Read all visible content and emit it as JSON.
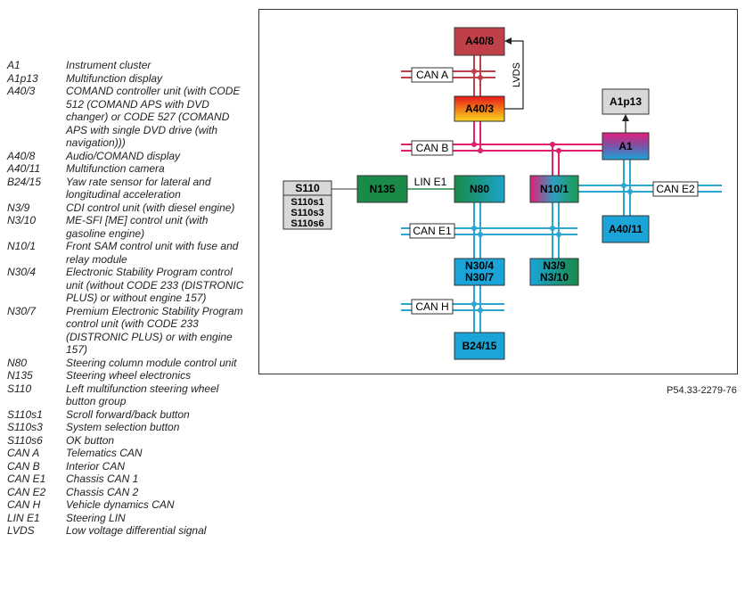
{
  "legend": [
    {
      "code": "A1",
      "desc": "Instrument cluster"
    },
    {
      "code": "A1p13",
      "desc": "Multifunction display"
    },
    {
      "code": "A40/3",
      "desc": "COMAND controller unit (with CODE 512 (COMAND APS with DVD changer) or CODE 527 (COMAND APS with single DVD drive (with navigation)))"
    },
    {
      "code": "A40/8",
      "desc": "Audio/COMAND display"
    },
    {
      "code": "A40/11",
      "desc": "Multifunction camera"
    },
    {
      "code": "B24/15",
      "desc": "Yaw rate sensor for lateral and longitudinal acceleration"
    },
    {
      "code": "N3/9",
      "desc": "CDI control unit (with diesel engine)"
    },
    {
      "code": "N3/10",
      "desc": "ME-SFI [ME] control unit (with gasoline engine)"
    },
    {
      "code": "N10/1",
      "desc": "Front SAM control unit with fuse and relay module"
    },
    {
      "code": "N30/4",
      "desc": "Electronic Stability Program control unit (without CODE 233 (DISTRONIC PLUS) or without engine 157)"
    },
    {
      "code": "N30/7",
      "desc": "Premium Electronic Stability Program control unit (with CODE 233 (DISTRONIC PLUS) or with engine 157)"
    },
    {
      "code": "N80",
      "desc": "Steering column module control unit"
    },
    {
      "code": "N135",
      "desc": "Steering wheel electronics"
    },
    {
      "code": "S110",
      "desc": "Left multifunction steering wheel button group"
    },
    {
      "code": "S110s1",
      "desc": "Scroll forward/back button"
    },
    {
      "code": "S110s3",
      "desc": "System selection button"
    },
    {
      "code": "S110s6",
      "desc": "OK button"
    },
    {
      "code": "CAN A",
      "desc": "Telematics CAN"
    },
    {
      "code": "CAN B",
      "desc": "Interior CAN"
    },
    {
      "code": "CAN E1",
      "desc": "Chassis CAN 1"
    },
    {
      "code": "CAN E2",
      "desc": "Chassis CAN 2"
    },
    {
      "code": "CAN H",
      "desc": "Vehicle dynamics CAN"
    },
    {
      "code": "LIN E1",
      "desc": "Steering LIN"
    },
    {
      "code": "LVDS",
      "desc": "Low voltage differential signal"
    }
  ],
  "diagram": {
    "modules": {
      "a40_8": "A40/8",
      "a40_3": "A40/3",
      "a1p13": "A1p13",
      "a1": "A1",
      "n135": "N135",
      "n80": "N80",
      "n10_1": "N10/1",
      "a40_11": "A40/11",
      "n30": "N30/4\nN30/7",
      "n3": "N3/9\nN3/10",
      "b24_15": "B24/15"
    },
    "s110": {
      "title": "S110",
      "items": [
        "S110s1",
        "S110s3",
        "S110s6"
      ]
    },
    "buses": {
      "can_a": "CAN A",
      "can_b": "CAN B",
      "can_e1": "CAN E1",
      "can_e2": "CAN E2",
      "can_h": "CAN H",
      "lin_e1": "LIN E1",
      "lvds": "LVDS"
    },
    "colors": {
      "can_red": "#c0404a",
      "can_pink": "#e0206a",
      "can_cyan": "#2aa6d0",
      "lin_green": "#2a8a4a"
    }
  },
  "reference": "P54.33-2279-76"
}
